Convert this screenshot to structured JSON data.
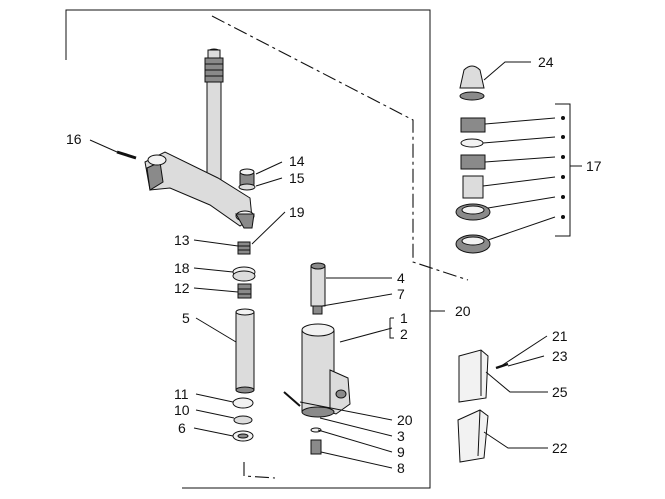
{
  "diagram": {
    "callouts": {
      "c1": "1",
      "c2": "2",
      "c3": "3",
      "c4": "4",
      "c5": "5",
      "c6": "6",
      "c7": "7",
      "c8": "8",
      "c9": "9",
      "c10": "10",
      "c11": "11",
      "c12": "12",
      "c13": "13",
      "c14": "14",
      "c15": "15",
      "c16": "16",
      "c17": "17",
      "c18": "18",
      "c19": "19",
      "c20a": "20",
      "c20b": "20",
      "c21": "21",
      "c22": "22",
      "c23": "23",
      "c24": "24",
      "c25": "25"
    },
    "colors": {
      "line": "#111111",
      "fill": "#dcdcdc",
      "shade": "#8a8a8a"
    }
  }
}
